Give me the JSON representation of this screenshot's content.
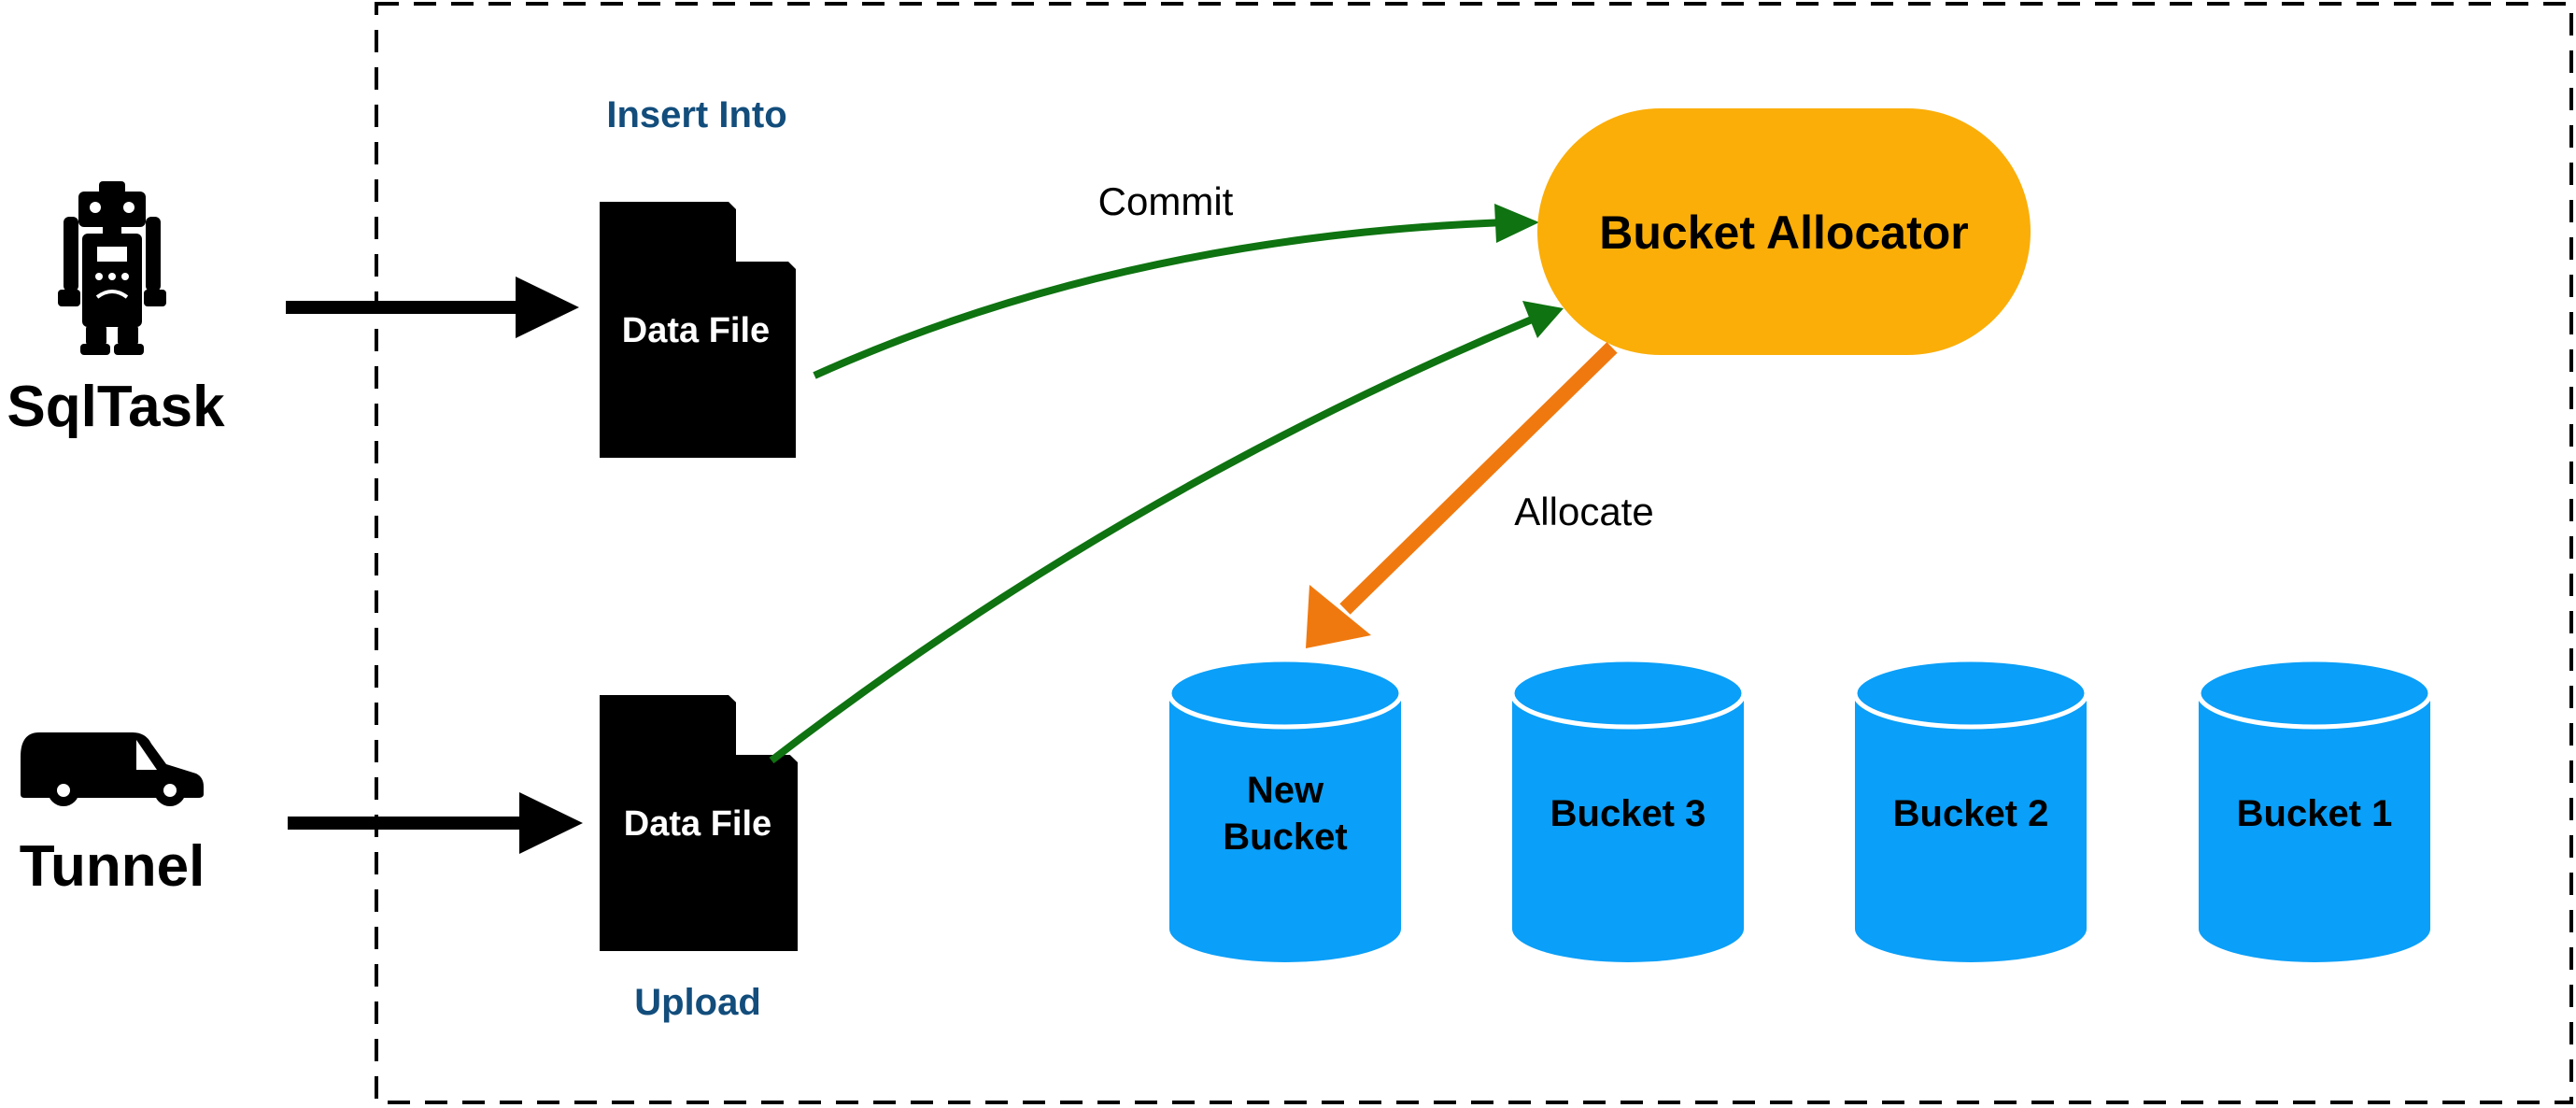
{
  "actors": {
    "sqltask": {
      "label": "SqlTask",
      "icon": "robot-icon"
    },
    "tunnel": {
      "label": "Tunnel",
      "icon": "van-icon"
    }
  },
  "files": {
    "insert": {
      "caption": "Insert Into",
      "label": "Data File",
      "icon": "document-icon"
    },
    "upload": {
      "caption": "Upload",
      "label": "Data File",
      "icon": "document-icon"
    }
  },
  "allocator": {
    "label": "Bucket Allocator"
  },
  "edges": {
    "commit": "Commit",
    "allocate": "Allocate"
  },
  "buckets": [
    {
      "lines": [
        "New",
        "Bucket"
      ]
    },
    {
      "lines": [
        "Bucket 3"
      ]
    },
    {
      "lines": [
        "Bucket 2"
      ]
    },
    {
      "lines": [
        "Bucket 1"
      ]
    }
  ],
  "colors": {
    "caption": "#124d7c",
    "allocator": "#fbae08",
    "bucket": "#0a9ff8",
    "commit_arrow": "#0e7310",
    "allocate_arrow": "#f0790f",
    "file": "#000000"
  }
}
